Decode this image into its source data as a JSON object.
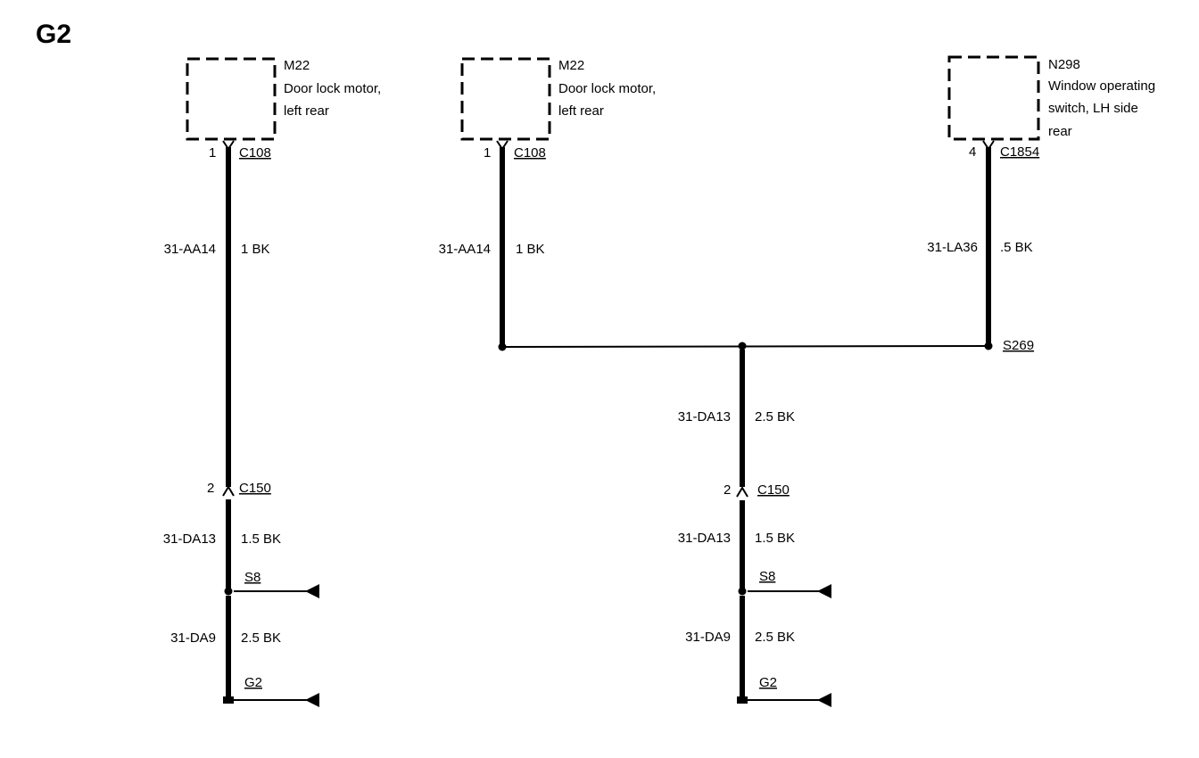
{
  "page_title": "G2",
  "components": [
    {
      "id": "M22",
      "lines": [
        "Door lock motor,",
        "left rear"
      ]
    },
    {
      "id": "M22",
      "lines": [
        "Door lock motor,",
        "left rear"
      ]
    },
    {
      "id": "N298",
      "lines": [
        "Window operating",
        "switch, LH side",
        "rear"
      ]
    }
  ],
  "connectors": {
    "c1": {
      "pin": "1",
      "name": "C108"
    },
    "c2": {
      "pin": "2",
      "name": "C150"
    },
    "c3": {
      "pin": "1",
      "name": "C108"
    },
    "c4": {
      "pin": "4",
      "name": "C1854"
    },
    "c5": {
      "pin": "2",
      "name": "C150"
    }
  },
  "wires": {
    "w1": {
      "circuit": "31-AA14",
      "spec": "1 BK"
    },
    "w2": {
      "circuit": "31-DA13",
      "spec": "1.5 BK"
    },
    "w3": {
      "circuit": "31-DA9",
      "spec": "2.5 BK"
    },
    "w4": {
      "circuit": "31-AA14",
      "spec": "1 BK"
    },
    "w5": {
      "circuit": "31-LA36",
      "spec": ".5 BK"
    },
    "w6": {
      "circuit": "31-DA13",
      "spec": "2.5 BK"
    },
    "w7": {
      "circuit": "31-DA13",
      "spec": "1.5 BK"
    },
    "w8": {
      "circuit": "31-DA9",
      "spec": "2.5 BK"
    }
  },
  "splices": {
    "s1": "S8",
    "s2": "S269",
    "s3": "S8"
  },
  "grounds": {
    "g1": "G2",
    "g2": "G2"
  }
}
